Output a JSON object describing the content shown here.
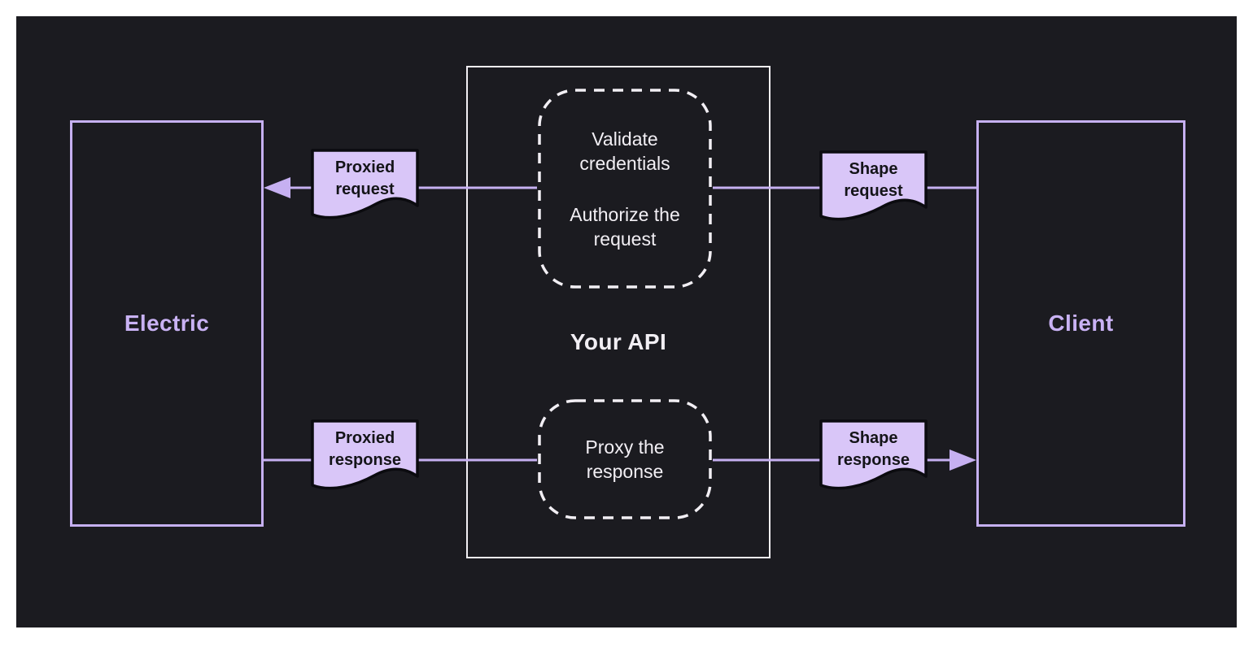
{
  "diagram": {
    "nodes": {
      "electric": {
        "label": "Electric"
      },
      "client": {
        "label": "Client"
      },
      "api": {
        "label": "Your API",
        "steps": {
          "validate": "Validate credentials",
          "authorize": "Authorize the request",
          "proxy": "Proxy the response"
        }
      }
    },
    "labels": {
      "proxied_request": "Proxied request",
      "shape_request": "Shape request",
      "proxied_response": "Proxied response",
      "shape_response": "Shape response"
    },
    "colors": {
      "page_bg": "#ffffff",
      "canvas_bg": "#1b1b20",
      "accent_purple": "#c6b0f1",
      "label_purple": "#c9b2f4",
      "flag_fill": "#d9c6f8",
      "flag_text": "#141418",
      "white": "#f2eff4"
    }
  }
}
